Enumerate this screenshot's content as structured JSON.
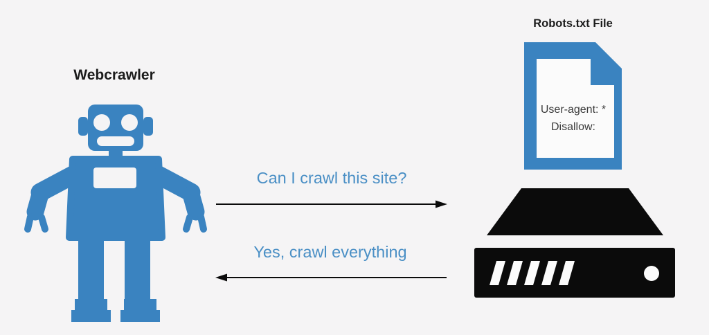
{
  "diagram": {
    "background_color": "#f5f4f5",
    "colors": {
      "icon_blue": "#3a83c0",
      "message_blue": "#4a8fc5",
      "icon_black": "#0b0b0b",
      "title_black": "#1b1b1b"
    },
    "crawler": {
      "title": "Webcrawler",
      "icon": "robot-icon"
    },
    "robots_file": {
      "title": "Robots.txt File",
      "icon": "document-icon",
      "lines": {
        "user_agent": "User-agent: *",
        "disallow": "Disallow:"
      }
    },
    "server": {
      "icon": "server-icon"
    },
    "messages": {
      "request": {
        "text": "Can I crawl this site?",
        "direction": "left-to-right"
      },
      "response": {
        "text": "Yes, crawl everything",
        "direction": "right-to-left"
      }
    }
  }
}
